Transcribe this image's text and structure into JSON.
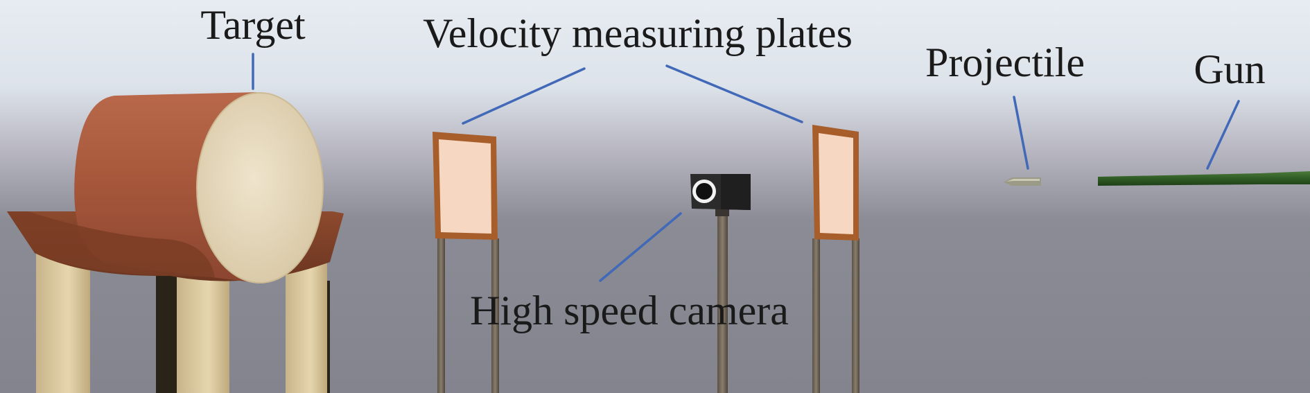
{
  "labels": {
    "target": "Target",
    "plates": "Velocity measuring plates",
    "projectile": "Projectile",
    "gun": "Gun",
    "camera": "High speed camera"
  },
  "colors": {
    "sky_top": "#e3e9ee",
    "floor": "#8a8a92",
    "leader": "#4169b8",
    "target_wood": "#a9563a",
    "target_face": "#e8dcc0",
    "plate_frame": "#a85e2a",
    "plate_face": "#f6d8c2",
    "gun": "#2e5a24",
    "camera_body": "#2b2b2b"
  }
}
